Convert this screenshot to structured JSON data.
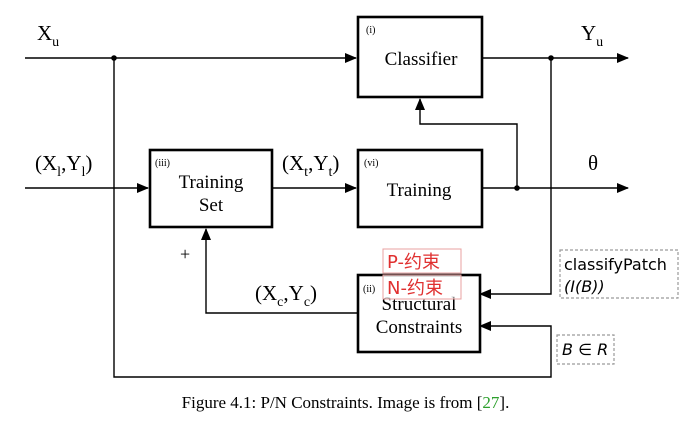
{
  "signals": {
    "xu": "X",
    "xu_sub": "u",
    "yu": "Y",
    "yu_sub": "u",
    "xlyl_open": "(X",
    "xlyl_sub1": "l",
    "xlyl_mid": ",Y",
    "xlyl_sub2": "l",
    "xlyl_close": ")",
    "xtyt_open": "(X",
    "xtyt_sub1": "t",
    "xtyt_mid": ",Y",
    "xtyt_sub2": "t",
    "xtyt_close": ")",
    "xcyc_open": "(X",
    "xcyc_sub1": "c",
    "xcyc_mid": ",Y",
    "xcyc_sub2": "c",
    "xcyc_close": ")",
    "theta": "θ",
    "plus": "+"
  },
  "blocks": {
    "classifier": {
      "tag": "(i)",
      "label": "Classifier"
    },
    "training_set": {
      "tag": "(iii)",
      "label_line1": "Training",
      "label_line2": "Set"
    },
    "training": {
      "tag": "(vi)",
      "label": "Training"
    },
    "structural": {
      "tag": "(ii)",
      "label_line1": "Structural",
      "label_line2": "Constraints"
    }
  },
  "annotations": {
    "p_constraint": "P-约束",
    "n_constraint": "N-约束",
    "classify_line1": "classifyPatch",
    "classify_line2": "(I(B))",
    "b_in_r": "B ∈ R"
  },
  "caption": {
    "text": "Figure 4.1: P/N Constraints. Image is from [",
    "ref": "27",
    "end": "]."
  },
  "colors": {
    "annotation_red": "#e03030",
    "reference_green": "#2ca02c",
    "dashed_border": "#9a9a9a"
  }
}
